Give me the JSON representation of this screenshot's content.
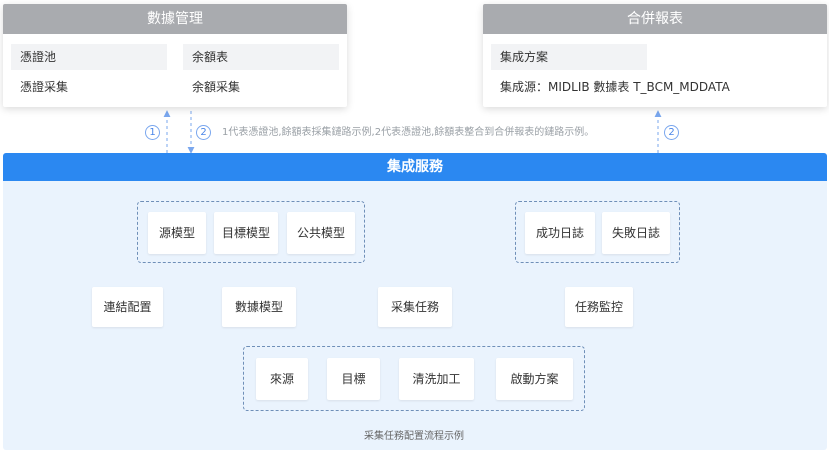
{
  "data_management": {
    "title": "數據管理",
    "items": [
      "憑證池",
      "余額表",
      "憑證采集",
      "余額采集"
    ]
  },
  "consolidated_report": {
    "title": "合併報表",
    "items": [
      "集成方案",
      "集成源：MIDLIB  數據表  T_BCM_MDDATA"
    ]
  },
  "markers": {
    "one": "1",
    "two": "2",
    "two_right": "2"
  },
  "note": "1代表憑證池,餘額表採集鏈路示例,2代表憑證池,餘額表整合到合併報表的鏈路示例。",
  "integration_service": {
    "title": "集成服務",
    "model_group": [
      "源模型",
      "目標模型",
      "公共模型"
    ],
    "log_group": [
      "成功日誌",
      "失敗日誌"
    ],
    "main_flow": [
      "連結配置",
      "數據模型",
      "采集任務",
      "任務監控"
    ],
    "task_flow": [
      "來源",
      "目標",
      "清洗加工",
      "啟動方案"
    ],
    "caption": "采集任務配置流程示例"
  },
  "colors": {
    "service_header": "#2b88f1",
    "service_bg": "#eaf3fd",
    "card_header": "#a9abaf",
    "connector": "#7aa7ee"
  }
}
